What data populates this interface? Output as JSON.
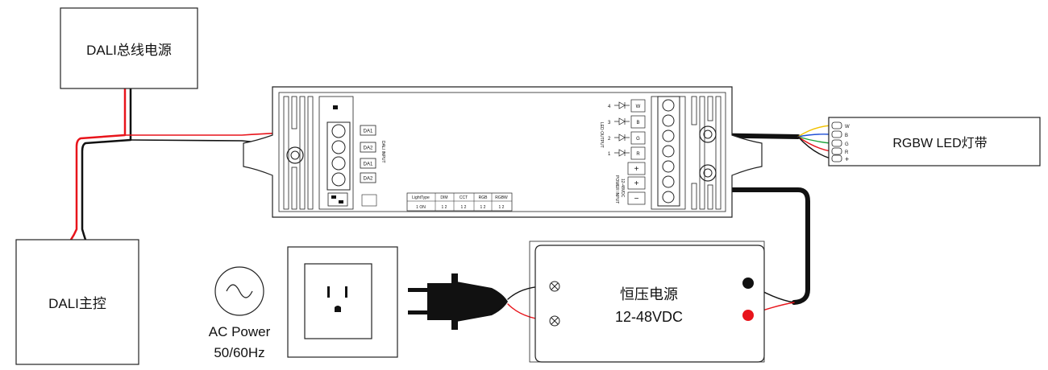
{
  "dali_power": {
    "label": "DALI总线电源"
  },
  "dali_master": {
    "label": "DALI主控"
  },
  "ac_power": {
    "line1": "AC Power",
    "line2": "50/60Hz"
  },
  "cv_power": {
    "line1": "恒压电源",
    "line2": "12-48VDC"
  },
  "led_strip": {
    "label": "RGBW LED灯带",
    "pins": [
      "W",
      "B",
      "G",
      "R",
      "+"
    ]
  },
  "controller": {
    "dali_terminals": [
      "DA1",
      "DA2",
      "DA1",
      "DA2"
    ],
    "dali_input_label": "DALI INPUT",
    "type_table": {
      "headers": [
        "LightType",
        "DIM",
        "CCT",
        "RGB",
        "RGBW"
      ],
      "row_first": "1 ON",
      "row_values": [
        "1 2",
        "1 2",
        "1 2",
        "1 2"
      ]
    },
    "led_output_label": "LED OUTPUT",
    "channel_numbers": [
      "4",
      "3",
      "2",
      "1"
    ],
    "channel_letters": [
      "W",
      "B",
      "G",
      "R"
    ],
    "power_input_label": "POWER INPUT",
    "power_input_range": "12-48VDC",
    "plus_symbol": "+",
    "minus_symbol": "−"
  },
  "colors": {
    "wire_red": "#e8141b",
    "wire_black": "#111111",
    "wire_yellow": "#f2c200",
    "wire_blue": "#1f4fd6",
    "wire_green": "#1ea33c",
    "outline": "#222222",
    "terminal_red": "#e8141b"
  }
}
